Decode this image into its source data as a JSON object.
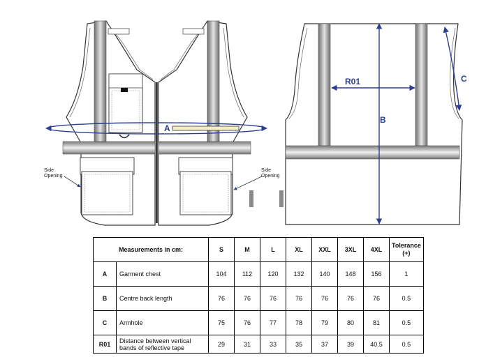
{
  "callouts": {
    "side_opening_left": [
      "Side",
      "Opening"
    ],
    "side_opening_right": [
      "Side",
      "Opening"
    ]
  },
  "dimension_labels": {
    "a": "A",
    "b": "B",
    "c": "C",
    "r01": "R01"
  },
  "colors": {
    "dimension": "#2c3e91",
    "tape": "#8a8a8a",
    "outline": "#333333"
  },
  "table": {
    "title": "Measurements in cm:",
    "sizes": [
      "S",
      "M",
      "L",
      "XL",
      "XXL",
      "3XL",
      "4XL"
    ],
    "tolerance_header": [
      "Tolerance",
      "(+)"
    ],
    "rows": [
      {
        "code": "A",
        "desc": "Garment chest",
        "values": [
          "104",
          "112",
          "120",
          "132",
          "140",
          "148",
          "156"
        ],
        "tolerance": "1"
      },
      {
        "code": "B",
        "desc": "Centre back length",
        "values": [
          "76",
          "76",
          "76",
          "76",
          "76",
          "76",
          "76"
        ],
        "tolerance": "0.5"
      },
      {
        "code": "C",
        "desc": "Armhole",
        "values": [
          "75",
          "76",
          "77",
          "78",
          "79",
          "80",
          "81"
        ],
        "tolerance": "0.5"
      },
      {
        "code": "R01",
        "desc": "Distance between vertical bands of reflective tape",
        "values": [
          "29",
          "31",
          "33",
          "35",
          "37",
          "39",
          "40.5"
        ],
        "tolerance": "0.5"
      }
    ]
  }
}
